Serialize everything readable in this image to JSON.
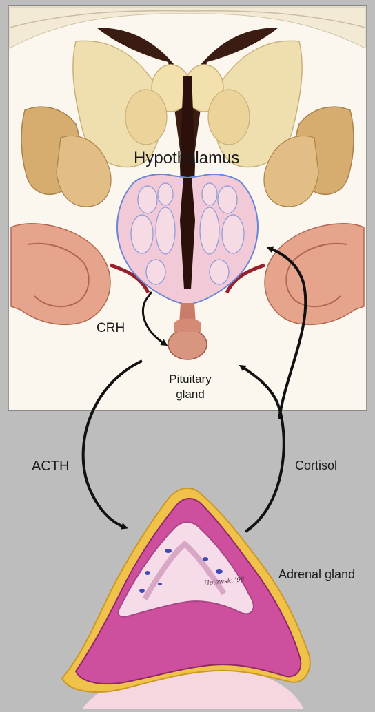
{
  "labels": {
    "hypothalamus": "Hypothalamus",
    "crh": "CRH",
    "pituitary_line1": "Pituitary",
    "pituitary_line2": "gland",
    "acth": "ACTH",
    "cortisol": "Cortisol",
    "adrenal": "Adrenal gland",
    "signature": "Holewski '98"
  },
  "colors": {
    "background": "#bdbdbd",
    "panel": "#fbf7ee",
    "brain_tan": "#d7ad6f",
    "brain_cream": "#f0dfae",
    "hypothalamus_outline": "#6b86d6",
    "hypothalamus_fill": "#f2c9d6",
    "vessel_red": "#9a1f2c",
    "cortex_pink": "#e6a48c",
    "adrenal_magenta": "#cf4f9f",
    "adrenal_fat": "#f0c24a",
    "arrow": "#111111"
  }
}
